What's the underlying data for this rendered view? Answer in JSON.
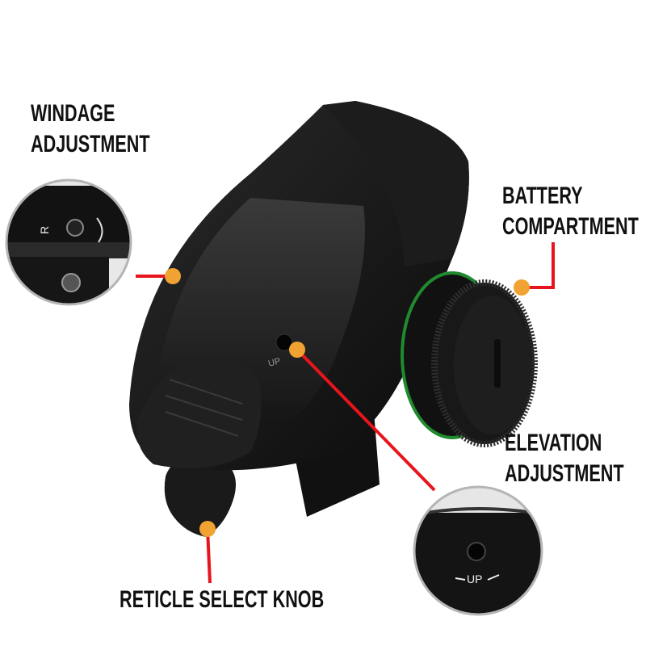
{
  "labels": {
    "windage": [
      "WINDAGE",
      "ADJUSTMENT"
    ],
    "battery": [
      "BATTERY",
      "COMPARTMENT"
    ],
    "elevation": [
      "ELEVATION",
      "ADJUSTMENT"
    ],
    "reticle": "RETICLE SELECT KNOB"
  },
  "markings": {
    "right_mark": "R",
    "up_mark": "UP"
  },
  "colors": {
    "callout_line": "#e8141c",
    "callout_dot": "#f0a232",
    "body": "#141414",
    "seal_ring": "#1f8a2e"
  }
}
